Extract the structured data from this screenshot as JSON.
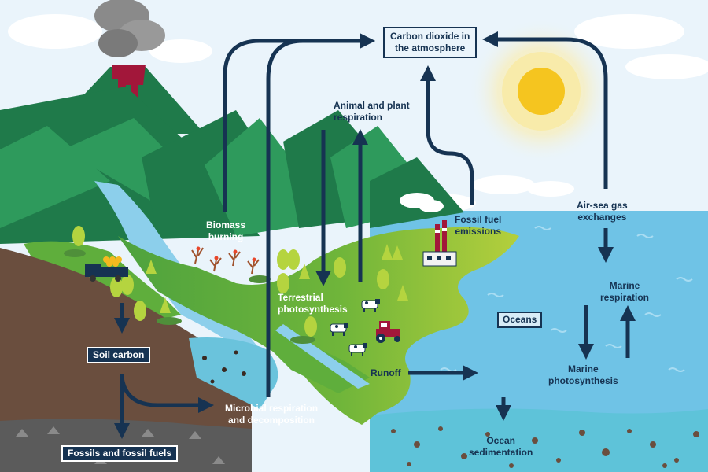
{
  "labels": {
    "atmosphere": [
      "Carbon dioxide in",
      "the atmosphere"
    ],
    "animal_plant_respiration": [
      "Animal and plant",
      "respiration"
    ],
    "biomass_burning": [
      "Biomass",
      "burning"
    ],
    "fossil_fuel_emissions": [
      "Fossil fuel",
      "emissions"
    ],
    "air_sea_gas_exchanges": [
      "Air-sea gas",
      "exchanges"
    ],
    "terrestrial_photosynthesis": [
      "Terrestrial",
      "photosynthesis"
    ],
    "oceans": "Oceans",
    "marine_respiration": [
      "Marine",
      "respiration"
    ],
    "marine_photosynthesis": [
      "Marine",
      "photosynthesis"
    ],
    "soil_carbon": "Soil carbon",
    "runoff": "Runoff",
    "microbial_respiration": [
      "Microbial respiration",
      "and decomposition"
    ],
    "ocean_sedimentation": [
      "Ocean",
      "sedimentation"
    ],
    "fossils": "Fossils and fossil fuels"
  },
  "colors": {
    "sky": "#eaf4fb",
    "ocean": "#6fc3e6",
    "ocean_floor": "#5ec3d9",
    "mountain_dark": "#1f7a4a",
    "mountain_mid": "#2e9a5c",
    "land_green": "#5fae3c",
    "land_yellow": "#a6c83c",
    "soil": "#6a4e3e",
    "rock": "#5b5b5b",
    "arrow": "#163352",
    "sun": "#f5c51f",
    "lava": "#a2173a"
  },
  "icons": [
    "volcano-icon",
    "sun-icon",
    "factory-icon",
    "truck-icon",
    "tractor-icon",
    "cow-icon",
    "tree-icon",
    "cloud-icon"
  ]
}
